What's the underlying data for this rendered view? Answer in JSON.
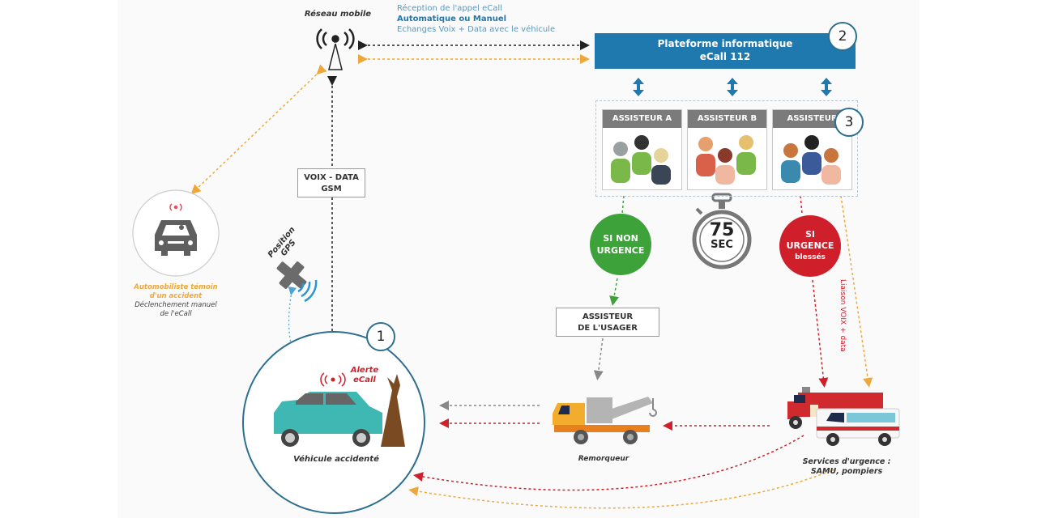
{
  "network": {
    "label": "Réseau mobile",
    "info_lines": [
      "Réception de l'appel eCall",
      "Automatique ou Manuel",
      "Echanges Voix + Data avec le véhicule"
    ]
  },
  "platform": {
    "line1": "Plateforme informatique",
    "line2": "eCall 112",
    "step": "2"
  },
  "assistants": {
    "step": "3",
    "items": [
      {
        "label": "ASSISTEUR A"
      },
      {
        "label": "ASSISTEUR B"
      },
      {
        "label": "ASSISTEUR"
      }
    ]
  },
  "gsm_box": {
    "line1": "VOIX - DATA",
    "line2": "GSM"
  },
  "gps": {
    "line1": "Position",
    "line2": "GPS"
  },
  "witness": {
    "line1": "Automobiliste témoin",
    "line2": "d'un accident",
    "line3": "Déclenchement manuel",
    "line4": "de l'eCall"
  },
  "vehicle": {
    "step": "1",
    "alert1": "Alerte",
    "alert2": "eCall",
    "caption": "Véhicule accidenté"
  },
  "non_urgent": {
    "line1": "SI NON",
    "line2": "URGENCE"
  },
  "timer": {
    "value": "75",
    "unit": "SEC"
  },
  "urgent": {
    "line1": "SI",
    "line2": "URGENCE",
    "line3": "blessés"
  },
  "user_assist": {
    "line1": "ASSISTEUR",
    "line2": "DE L'USAGER"
  },
  "tow": {
    "caption": "Remorqueur"
  },
  "link_label": "Liaison VOIX + data",
  "emergency": {
    "line1": "Services d'urgence :",
    "line2": "SAMU, pompiers"
  },
  "colors": {
    "platform_blue": "#1f78ae",
    "green": "#3ea23a",
    "red": "#cf1f2a",
    "orange": "#eea83a",
    "teal_car": "#3fb8b3",
    "gray": "#7b7b7b"
  }
}
